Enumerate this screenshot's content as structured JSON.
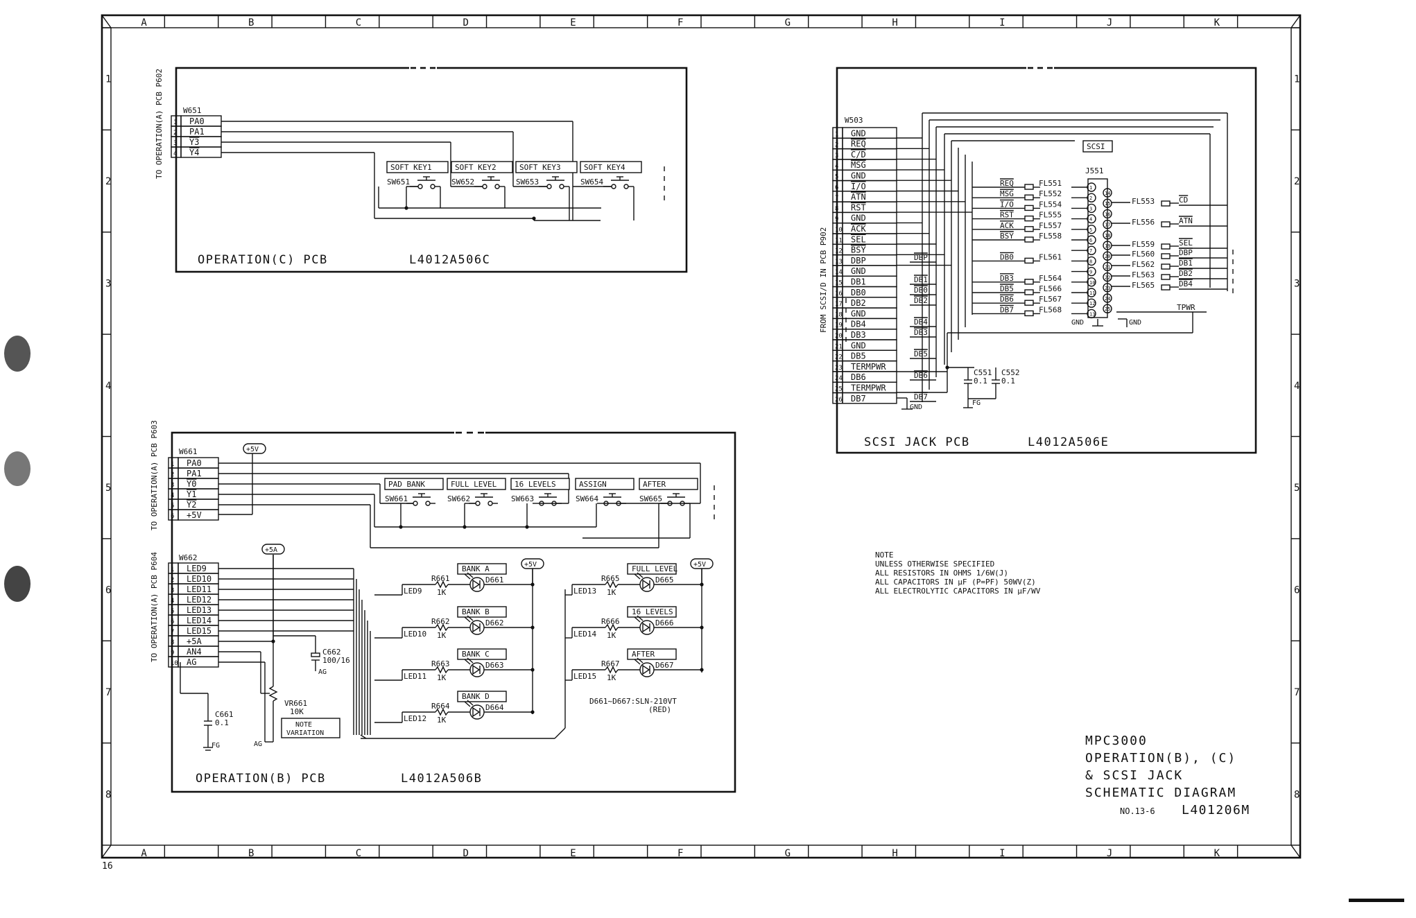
{
  "border": {
    "columns": [
      "A",
      "B",
      "C",
      "D",
      "E",
      "F",
      "G",
      "H",
      "I",
      "J",
      "K"
    ],
    "rows": [
      "1",
      "2",
      "3",
      "4",
      "5",
      "6",
      "7",
      "8"
    ],
    "page_number": "16"
  },
  "title_block": {
    "lines": [
      "MPC3000",
      "OPERATION(B), (C)",
      "& SCSI JACK",
      "SCHEMATIC DIAGRAM"
    ],
    "number_prefix": "NO.13-6",
    "number": "L401206M"
  },
  "note": {
    "lines": [
      "NOTE",
      "UNLESS OTHERWISE SPECIFIED",
      "ALL RESISTORS IN OHMS 1/6W(J)",
      "ALL CAPACITORS IN μF (P=PF) 50WV(Z)",
      "ALL ELECTROLYTIC CAPACITORS IN μF/WV"
    ]
  },
  "op_c": {
    "title": "OPERATION(C)  PCB",
    "part": "L4012A506C",
    "side": "TO OPERATION(A) PCB P602",
    "connector": "W651",
    "pins": [
      {
        "n": "1",
        "sig": "PA0"
      },
      {
        "n": "2",
        "sig": "PA1"
      },
      {
        "n": "3",
        "sig": "Y3"
      },
      {
        "n": "4",
        "sig": "Y4"
      }
    ],
    "switches": [
      {
        "label": "SOFT KEY1",
        "ref": "SW651"
      },
      {
        "label": "SOFT KEY2",
        "ref": "SW652"
      },
      {
        "label": "SOFT KEY3",
        "ref": "SW653"
      },
      {
        "label": "SOFT KEY4",
        "ref": "SW654"
      }
    ]
  },
  "op_b": {
    "title": "OPERATION(B)  PCB",
    "part": "L4012A506B",
    "side1": "TO OPERATION(A) PCB P603",
    "side2": "TO OPERATION(A) PCB P604",
    "conn1": "W661",
    "conn1_pins": [
      {
        "n": "1",
        "sig": "PA0"
      },
      {
        "n": "2",
        "sig": "PA1"
      },
      {
        "n": "3",
        "sig": "Y0"
      },
      {
        "n": "4",
        "sig": "Y1"
      },
      {
        "n": "5",
        "sig": "Y2"
      },
      {
        "n": "6",
        "sig": "+5V"
      }
    ],
    "plus5v": "+5V",
    "switches": [
      {
        "label": "PAD BANK",
        "ref": "SW661"
      },
      {
        "label": "FULL LEVEL",
        "ref": "SW662"
      },
      {
        "label": "16 LEVELS",
        "ref": "SW663"
      },
      {
        "label": "ASSIGN",
        "ref": "SW664"
      },
      {
        "label": "AFTER",
        "ref": "SW665"
      }
    ],
    "conn2": "W662",
    "conn2_pins": [
      {
        "n": "1",
        "sig": "LED9"
      },
      {
        "n": "2",
        "sig": "LED10"
      },
      {
        "n": "3",
        "sig": "LED11"
      },
      {
        "n": "4",
        "sig": "LED12"
      },
      {
        "n": "5",
        "sig": "LED13"
      },
      {
        "n": "6",
        "sig": "LED14"
      },
      {
        "n": "7",
        "sig": "LED15"
      },
      {
        "n": "8",
        "sig": "+5A"
      },
      {
        "n": "9",
        "sig": "AN4"
      },
      {
        "n": "10",
        "sig": "AG"
      }
    ],
    "plus5a": "+5A",
    "c662": "C662",
    "c662_val": "100/16",
    "ag": "AG",
    "c661": "C661",
    "c661_val": "0.1",
    "fg": "FG",
    "vr661": "VR661",
    "vr661_val": "10K",
    "note_var": [
      "NOTE",
      "VARIATION"
    ],
    "leds_left": [
      {
        "net": "LED9",
        "r": "R661",
        "rv": "1K",
        "d": "D661",
        "label": "BANK A"
      },
      {
        "net": "LED10",
        "r": "R662",
        "rv": "1K",
        "d": "D662",
        "label": "BANK B"
      },
      {
        "net": "LED11",
        "r": "R663",
        "rv": "1K",
        "d": "D663",
        "label": "BANK C"
      },
      {
        "net": "LED12",
        "r": "R664",
        "rv": "1K",
        "d": "D664",
        "label": "BANK D"
      }
    ],
    "leds_right": [
      {
        "net": "LED13",
        "r": "R665",
        "rv": "1K",
        "d": "D665",
        "label": "FULL LEVEL"
      },
      {
        "net": "LED14",
        "r": "R666",
        "rv": "1K",
        "d": "D666",
        "label": "16 LEVELS"
      },
      {
        "net": "LED15",
        "r": "R667",
        "rv": "1K",
        "d": "D667",
        "label": "AFTER"
      }
    ],
    "diode_note": [
      "D661~D667:SLN-210VT",
      "(RED)"
    ]
  },
  "scsi": {
    "title": "SCSI  JACK  PCB",
    "part": "L4012A506E",
    "side": "FROM SCSI/D IN PCB P902",
    "connector": "W503",
    "pins": [
      {
        "n": "1",
        "sig": "GND"
      },
      {
        "n": "2",
        "sig": "REQ"
      },
      {
        "n": "3",
        "sig": "C/D"
      },
      {
        "n": "4",
        "sig": "MSG"
      },
      {
        "n": "5",
        "sig": "GND"
      },
      {
        "n": "6",
        "sig": "I/O"
      },
      {
        "n": "7",
        "sig": "ATN"
      },
      {
        "n": "8",
        "sig": "RST"
      },
      {
        "n": "9",
        "sig": "GND"
      },
      {
        "n": "10",
        "sig": "ACK"
      },
      {
        "n": "11",
        "sig": "SEL"
      },
      {
        "n": "12",
        "sig": "BSY"
      },
      {
        "n": "13",
        "sig": "DBP"
      },
      {
        "n": "14",
        "sig": "GND"
      },
      {
        "n": "15",
        "sig": "DB1"
      },
      {
        "n": "16",
        "sig": "DB0"
      },
      {
        "n": "17",
        "sig": "DB2"
      },
      {
        "n": "18",
        "sig": "GND"
      },
      {
        "n": "19",
        "sig": "DB4"
      },
      {
        "n": "20",
        "sig": "DB3"
      },
      {
        "n": "21",
        "sig": "GND"
      },
      {
        "n": "22",
        "sig": "DB5"
      },
      {
        "n": "23",
        "sig": "TERMPWR"
      },
      {
        "n": "24",
        "sig": "DB6"
      },
      {
        "n": "25",
        "sig": "TERMPWR"
      },
      {
        "n": "26",
        "sig": "DB7"
      }
    ],
    "mid_labels": [
      "DBP",
      "DB1",
      "DB0",
      "DB2",
      "DB4",
      "DB3",
      "DB5",
      "DB6",
      "DB7"
    ],
    "scsi_box": "SCSI",
    "jack": "J551",
    "left_filters": [
      {
        "sig": "REQ",
        "fl": "FL551",
        "pin": "1"
      },
      {
        "sig": "MSG",
        "fl": "FL552",
        "pin": "2"
      },
      {
        "sig": "I/O",
        "fl": "FL554",
        "pin": "3"
      },
      {
        "sig": "RST",
        "fl": "FL555",
        "pin": "4"
      },
      {
        "sig": "ACK",
        "fl": "FL557",
        "pin": "5"
      },
      {
        "sig": "BSY",
        "fl": "FL558",
        "pin": "6"
      },
      {
        "sig": "",
        "fl": "",
        "pin": "7"
      },
      {
        "sig": "DB0",
        "fl": "FL561",
        "pin": "8"
      },
      {
        "sig": "",
        "fl": "",
        "pin": "9"
      },
      {
        "sig": "DB3",
        "fl": "FL564",
        "pin": "10"
      },
      {
        "sig": "DB5",
        "fl": "FL566",
        "pin": "11"
      },
      {
        "sig": "DB6",
        "fl": "FL567",
        "pin": "12"
      },
      {
        "sig": "DB7",
        "fl": "FL568",
        "pin": "13"
      }
    ],
    "right_pins": [
      "14",
      "15",
      "16",
      "17",
      "18",
      "19",
      "20",
      "21",
      "22",
      "23",
      "24",
      "25"
    ],
    "right_filters": [
      {
        "sig": "CD",
        "fl": "FL553"
      },
      {
        "sig": "ATN",
        "fl": "FL556"
      },
      {
        "sig": "SEL",
        "fl": "FL559"
      },
      {
        "sig": "DBP",
        "fl": "FL560"
      },
      {
        "sig": "DB1",
        "fl": "FL562"
      },
      {
        "sig": "DB2",
        "fl": "FL563"
      },
      {
        "sig": "DB4",
        "fl": "FL565"
      }
    ],
    "tpwr": "TPWR",
    "gnd": "GND",
    "c551": "C551",
    "c551_val": "0.1",
    "c552": "C552",
    "c552_val": "0.1",
    "fg": "FG"
  }
}
